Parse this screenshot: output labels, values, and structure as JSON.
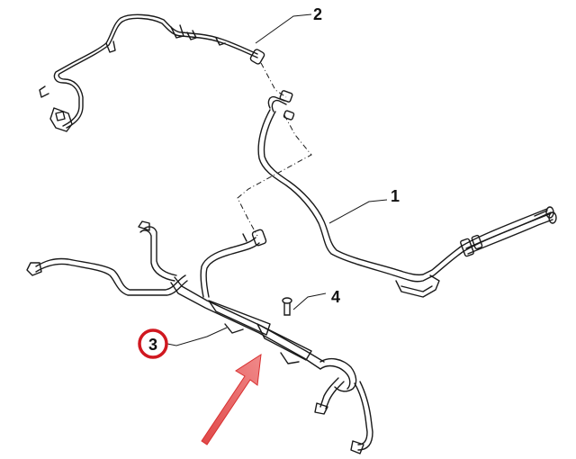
{
  "diagram": {
    "callouts": [
      {
        "id": "1",
        "label": "1"
      },
      {
        "id": "2",
        "label": "2"
      },
      {
        "id": "3",
        "label": "3",
        "highlighted": true
      },
      {
        "id": "4",
        "label": "4"
      }
    ],
    "colors": {
      "line": "#1a1a1a",
      "highlight_ring": "#d01820",
      "arrow": "#e03030"
    }
  }
}
